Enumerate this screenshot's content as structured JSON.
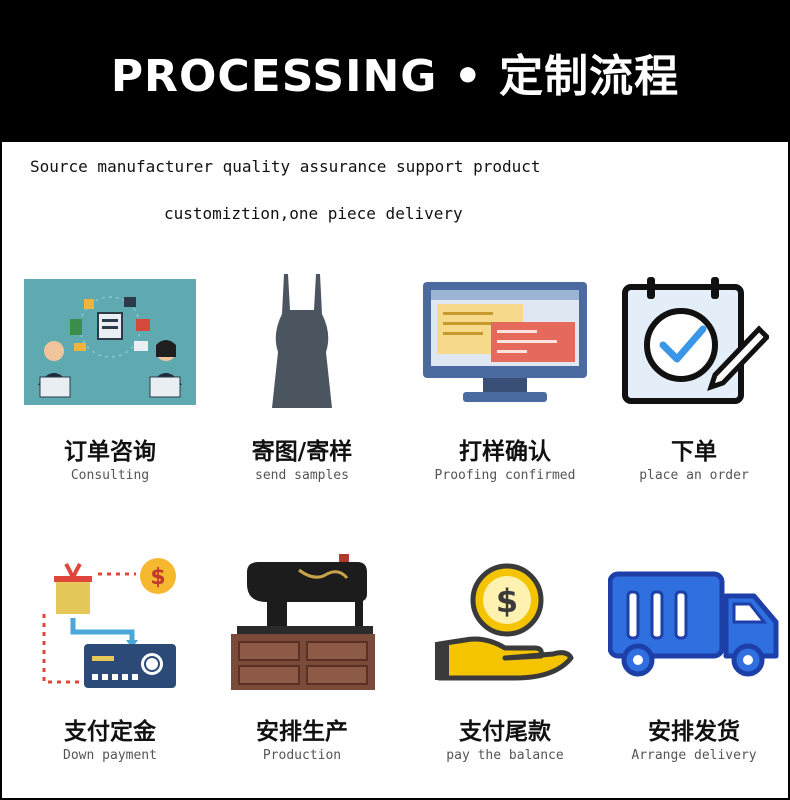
{
  "header": {
    "title": "PROCESSING • 定制流程"
  },
  "tagline": {
    "line1": "Source manufacturer quality assurance support product",
    "line2": "customiztion,one piece delivery"
  },
  "steps": [
    {
      "cn": "订单咨询",
      "en": "Consulting",
      "icon": "consulting-icon"
    },
    {
      "cn": "寄图/寄样",
      "en": "send samples",
      "icon": "dress-icon"
    },
    {
      "cn": "打样确认",
      "en": "Proofing confirmed",
      "icon": "monitor-icon"
    },
    {
      "cn": "下单",
      "en": "place an order",
      "icon": "checklist-icon"
    },
    {
      "cn": "支付定金",
      "en": "Down payment",
      "icon": "payment-card-icon"
    },
    {
      "cn": "安排生产",
      "en": "Production",
      "icon": "sewing-machine-icon"
    },
    {
      "cn": "支付尾款",
      "en": "pay the balance",
      "icon": "hand-coin-icon"
    },
    {
      "cn": "安排发货",
      "en": "Arrange delivery",
      "icon": "truck-icon"
    }
  ]
}
